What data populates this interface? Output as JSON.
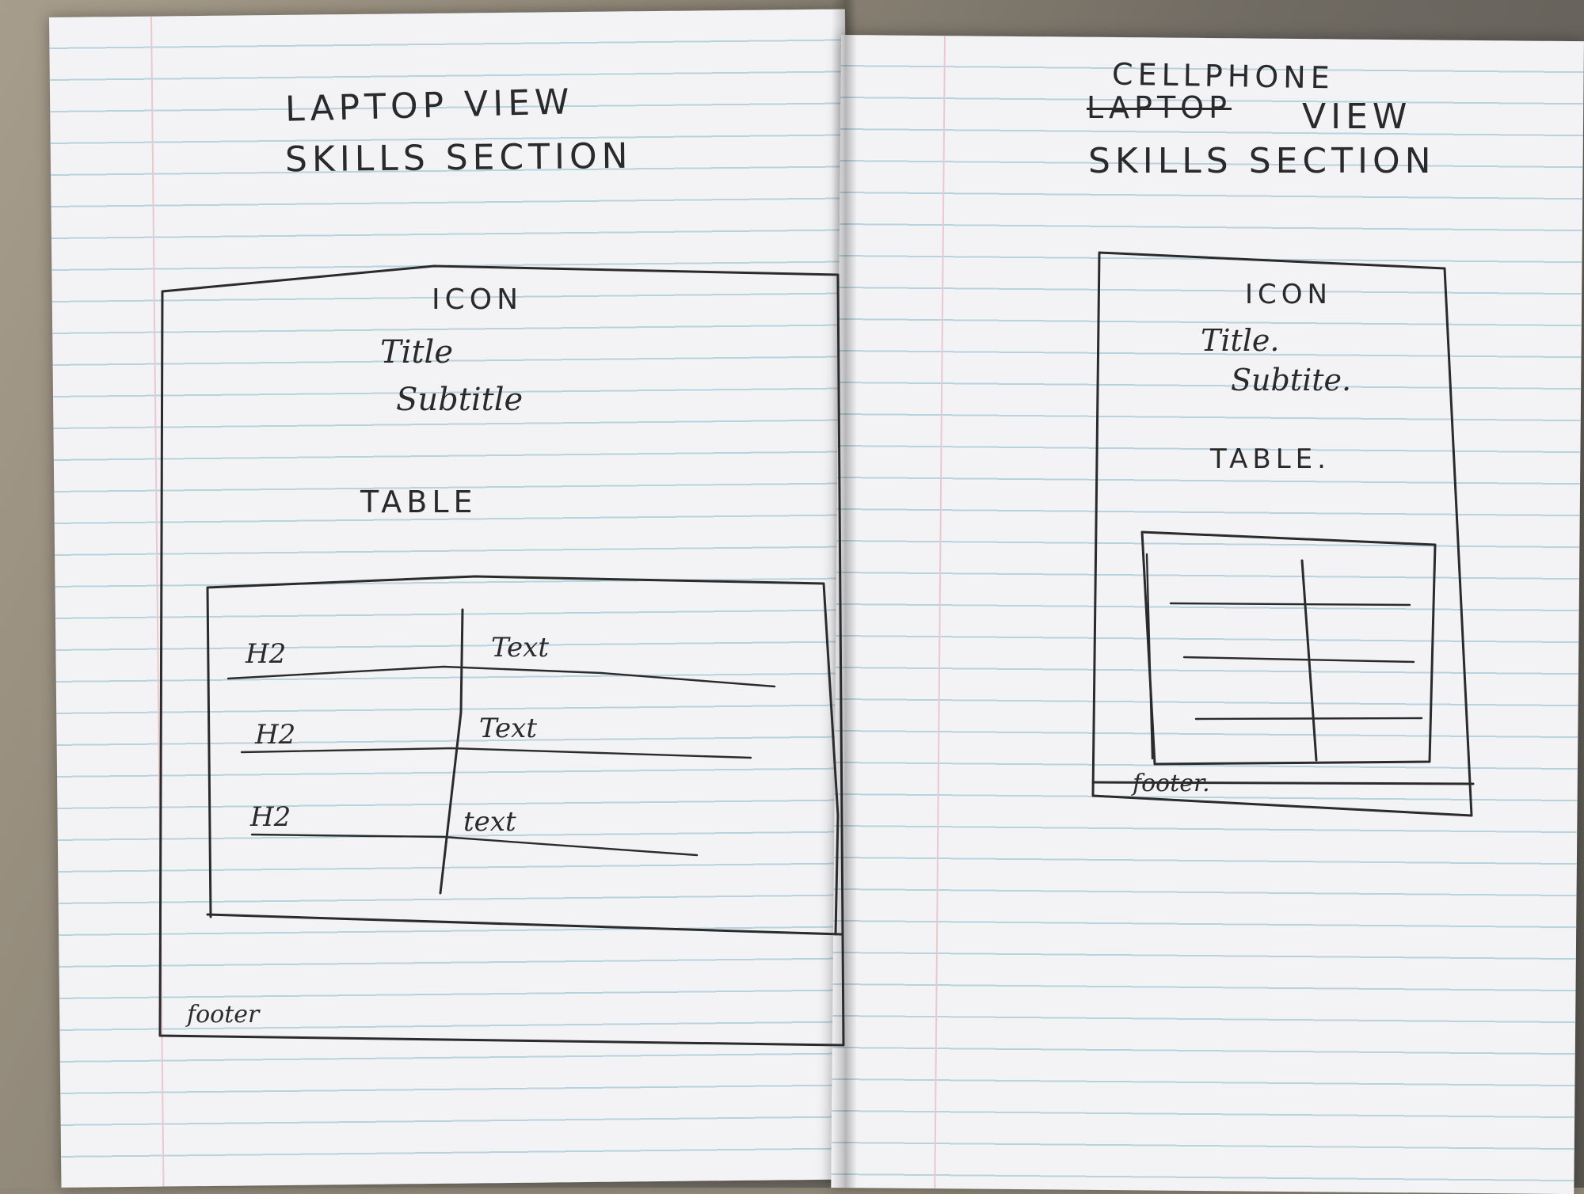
{
  "left_page": {
    "heading_line1": "LAPTOP VIEW",
    "heading_line2": "SKILLS SECTION",
    "wireframe": {
      "icon": "ICON",
      "title": "Title",
      "subtitle": "Subtitle",
      "table_label": "TABLE",
      "rows": [
        {
          "header": "H2",
          "text": "Text"
        },
        {
          "header": "H2",
          "text": "Text"
        },
        {
          "header": "H2",
          "text": "text"
        }
      ],
      "footer": "footer"
    }
  },
  "right_page": {
    "heading_new": "CELLPHONE",
    "heading_struck": "LAPTOP",
    "heading_view": "VIEW",
    "heading_line2": "SKILLS SECTION",
    "wireframe": {
      "icon": "ICON",
      "title": "Title.",
      "subtitle": "Subtite.",
      "table_label": "TABLE.",
      "footer": "footer."
    }
  }
}
